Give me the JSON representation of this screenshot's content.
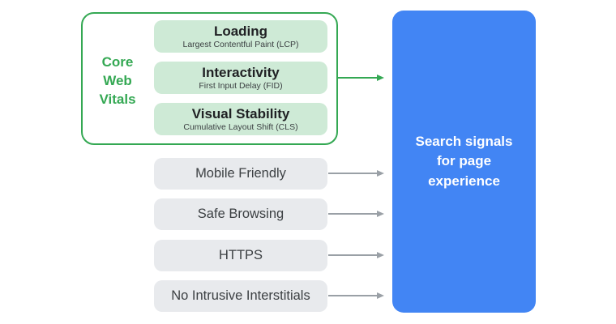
{
  "colors": {
    "green_accent": "#34A853",
    "green_pill_bg": "#CEEAD6",
    "gray_pill_bg": "#E8EAED",
    "blue_box_bg": "#4285F4",
    "arrow_gray": "#9AA0A6",
    "title_text": "#202124",
    "body_text": "#3C4043",
    "result_text": "#FFFFFF"
  },
  "core_web_vitals": {
    "label": "Core Web Vitals",
    "items": [
      {
        "title": "Loading",
        "subtitle": "Largest Contentful Paint (LCP)"
      },
      {
        "title": "Interactivity",
        "subtitle": "First Input Delay (FID)"
      },
      {
        "title": "Visual Stability",
        "subtitle": "Cumulative Layout Shift (CLS)"
      }
    ]
  },
  "other_signals": [
    "Mobile Friendly",
    "Safe Browsing",
    "HTTPS",
    "No Intrusive Interstitials"
  ],
  "result_box": {
    "lines": [
      "Search signals",
      "for page",
      "experience"
    ]
  }
}
